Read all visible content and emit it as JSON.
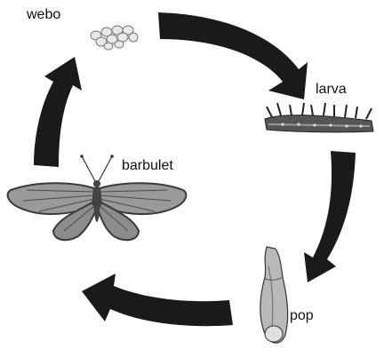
{
  "stages": {
    "egg": {
      "label": "webo",
      "icon": "eggs-icon"
    },
    "larva": {
      "label": "larva",
      "icon": "caterpillar-icon"
    },
    "pupa": {
      "label": "pop",
      "icon": "chrysalis-icon"
    },
    "adult": {
      "label": "barbulet",
      "icon": "butterfly-icon"
    }
  },
  "colors": {
    "arrow": "#1a1a1a",
    "wing": "#9a9a9a",
    "wing_border": "#3a3a3a",
    "body": "#444444",
    "egg": "#e8e8e8",
    "pupa": "#b9b9b9"
  }
}
